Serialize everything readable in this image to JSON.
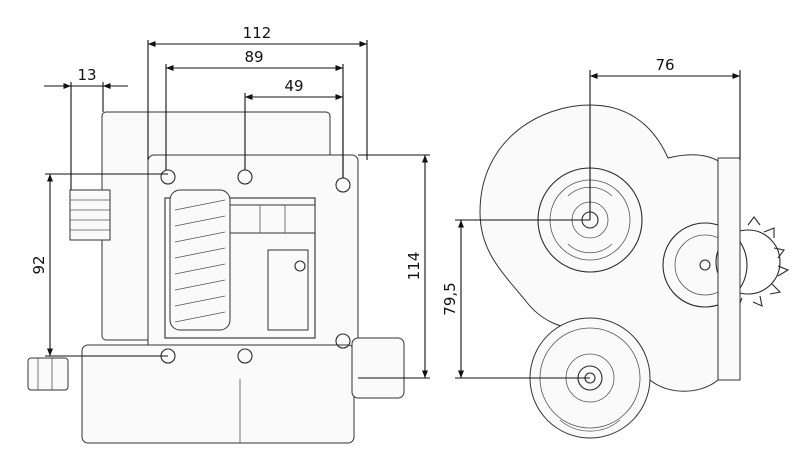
{
  "drawing": {
    "side_view": {
      "dimensions": {
        "overall_width": "112",
        "bolt_span_width": "89",
        "inner_bolt_span": "49",
        "flange_offset": "13",
        "bolt_span_height": "92",
        "overall_height": "114"
      }
    },
    "front_view": {
      "dimensions": {
        "horizontal_offset": "76",
        "shaft_center_distance": "79,5"
      }
    }
  }
}
